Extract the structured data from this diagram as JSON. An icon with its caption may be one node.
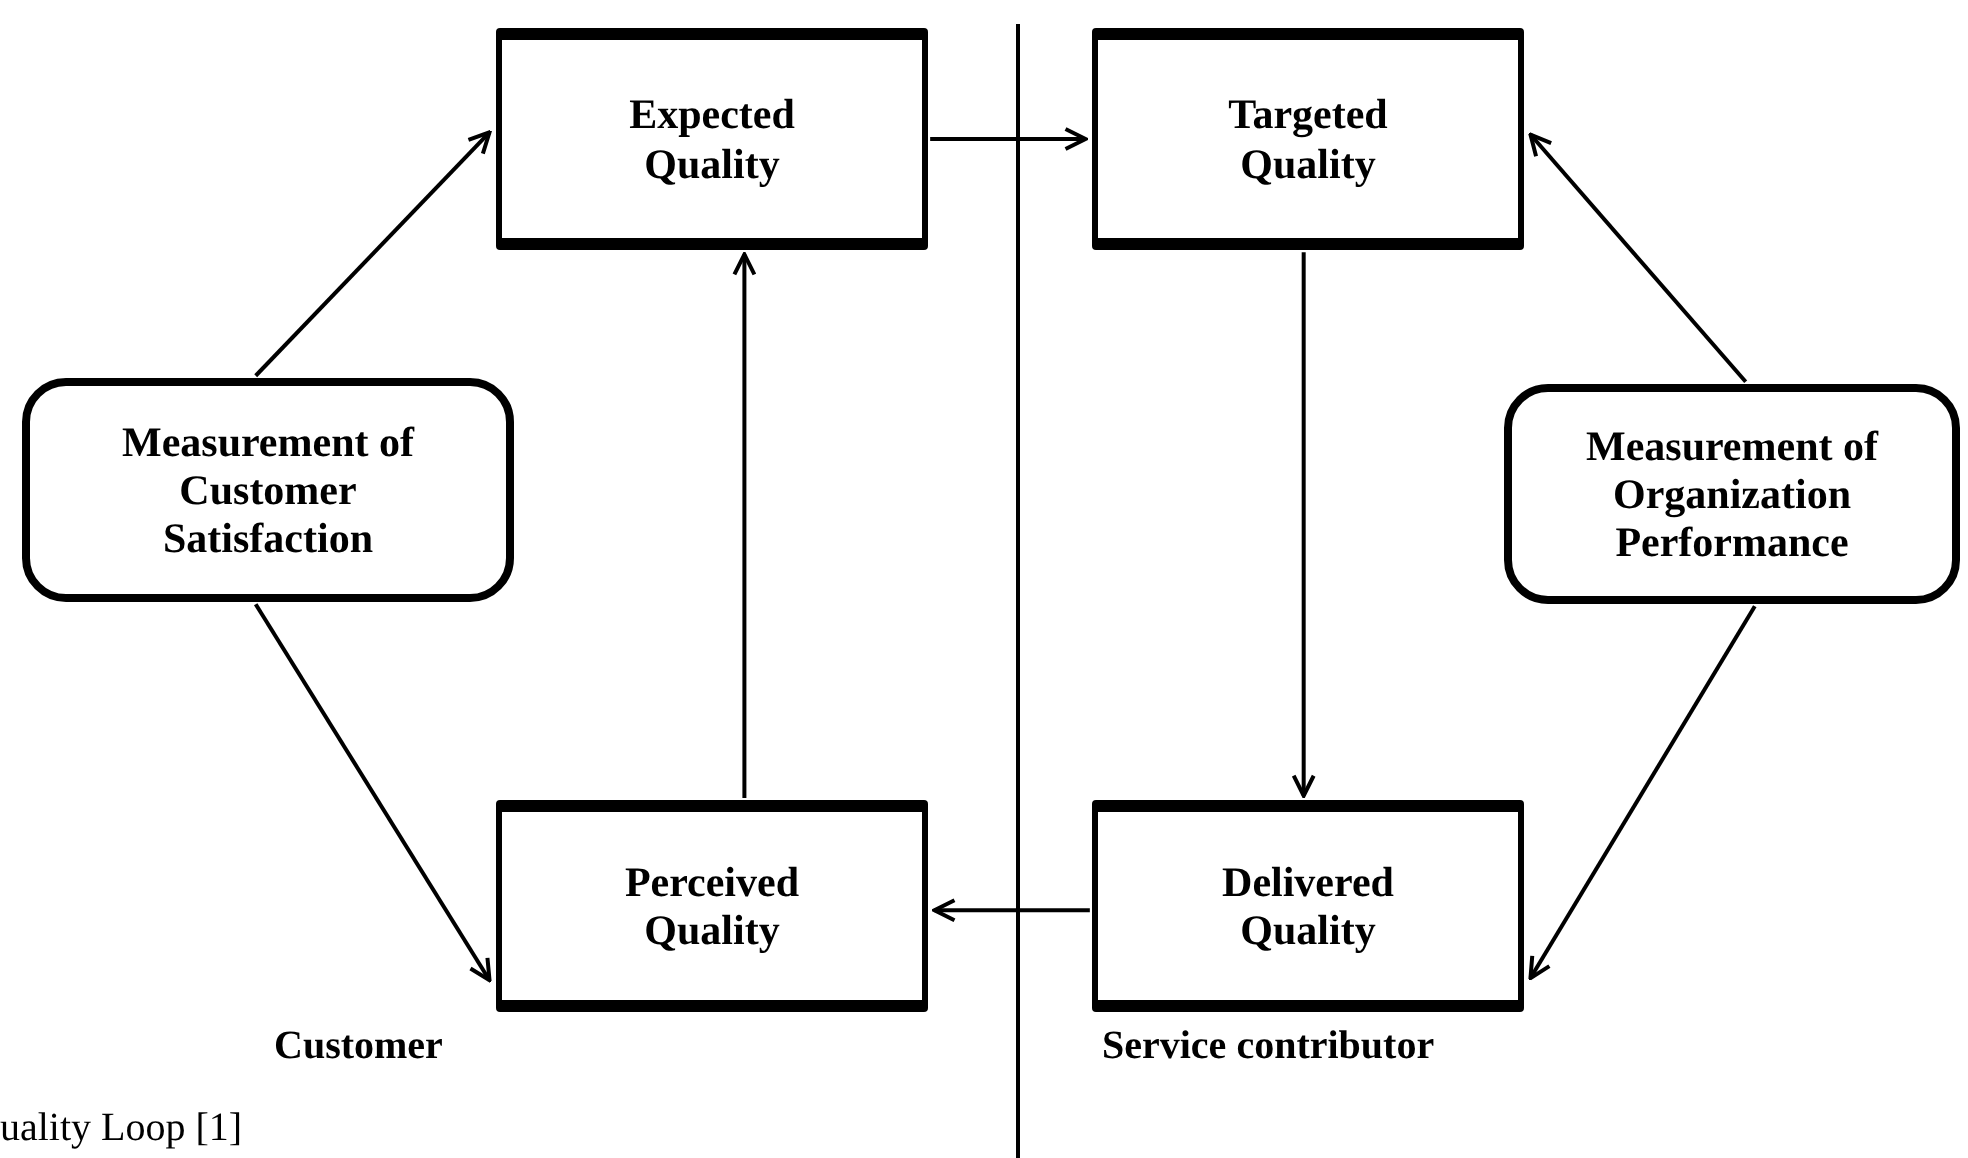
{
  "diagram": {
    "caption": "uality Loop [1]",
    "nodes": [
      {
        "text": [
          "Expected Quality"
        ]
      },
      {
        "text": [
          "Targeted Quality"
        ]
      },
      {
        "text": [
          "Measurement of Customer Satisfaction"
        ]
      },
      {
        "text": [
          "Measurement of Organization Performance"
        ]
      },
      {
        "text": [
          "Perceived Quality"
        ]
      },
      {
        "text": [
          "Delivered Quality"
        ]
      }
    ],
    "edges": [
      {
        "from": 2,
        "to": 0,
        "arrow": "to"
      },
      {
        "from": 4,
        "to": 0,
        "arrow": "to"
      },
      {
        "from": 0,
        "to": 1,
        "arrow": "to"
      },
      {
        "from": 3,
        "to": 1,
        "arrow": "to"
      },
      {
        "from": 1,
        "to": 5,
        "arrow": "to"
      },
      {
        "from": 3,
        "to": 5,
        "arrow": "to"
      },
      {
        "from": 5,
        "to": 4,
        "arrow": "to"
      },
      {
        "from": 2,
        "to": 4,
        "arrow": "to"
      }
    ],
    "labels": [
      "Customer",
      "Service contributor"
    ]
  }
}
